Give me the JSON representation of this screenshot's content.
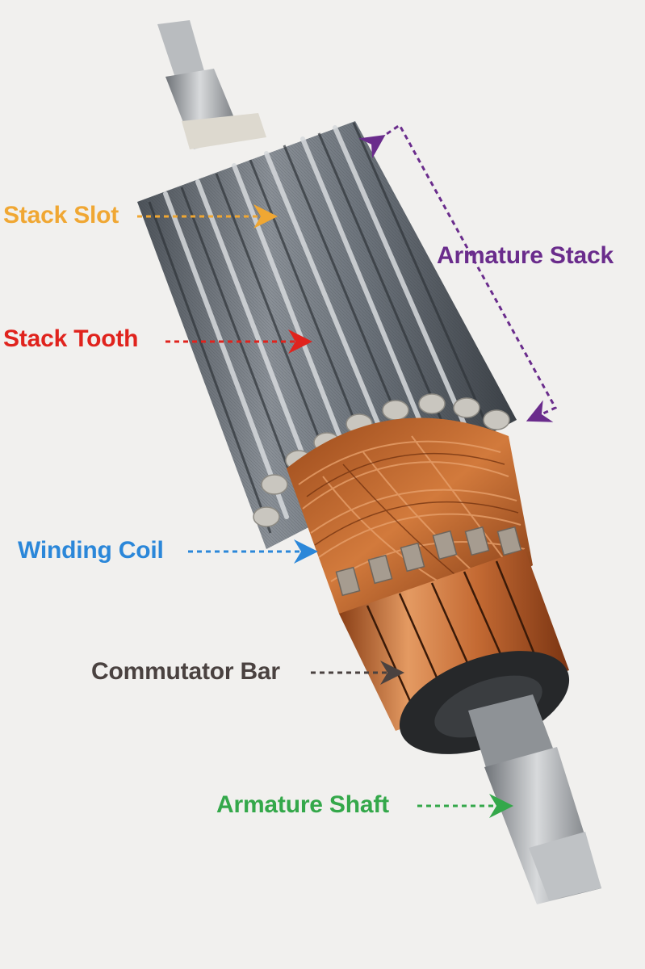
{
  "colors": {
    "stack_slot": "#f0a733",
    "stack_tooth": "#e0231d",
    "winding_coil": "#2b87d9",
    "commutator_bar": "#4a4240",
    "armature_shaft": "#34a84a",
    "armature_stack": "#6a2c8c",
    "background": "#f1f0ee",
    "steel": "#7d838a",
    "copper": "#c0632b"
  },
  "labels": {
    "stack_slot": "Stack Slot",
    "stack_tooth": "Stack Tooth",
    "winding_coil": "Winding Coil",
    "commutator_bar": "Commutator Bar",
    "armature_shaft": "Armature Shaft",
    "armature_stack": "Armature Stack"
  }
}
